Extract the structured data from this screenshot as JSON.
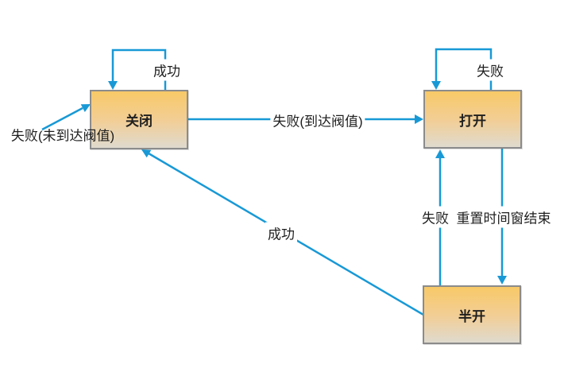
{
  "diagram": {
    "type": "state-transition-diagram",
    "nodes": [
      {
        "id": "closed",
        "label": "关闭"
      },
      {
        "id": "open",
        "label": "打开"
      },
      {
        "id": "half_open",
        "label": "半开"
      }
    ],
    "edges": [
      {
        "from": "closed",
        "to": "closed",
        "label": "成功"
      },
      {
        "from": "closed",
        "to": "open",
        "label": "失败(到达阀值)"
      },
      {
        "from": "open",
        "to": "open",
        "label": "失败"
      },
      {
        "from": "half_open",
        "to": "open",
        "label": "失败"
      },
      {
        "from": "open",
        "to": "half_open",
        "label": "重置时间窗结束"
      },
      {
        "from": "half_open",
        "to": "closed",
        "label": "成功"
      },
      {
        "from": "external",
        "to": "closed",
        "label": "失败(未到达阀值)"
      }
    ],
    "colors": {
      "arrow": "#1899D6",
      "node_border": "#8B8B8B",
      "node_fill_top": "#F8C967",
      "node_fill_bottom": "#DFDACE",
      "text": "#1F1F1F",
      "background": "#FFFFFF"
    }
  }
}
